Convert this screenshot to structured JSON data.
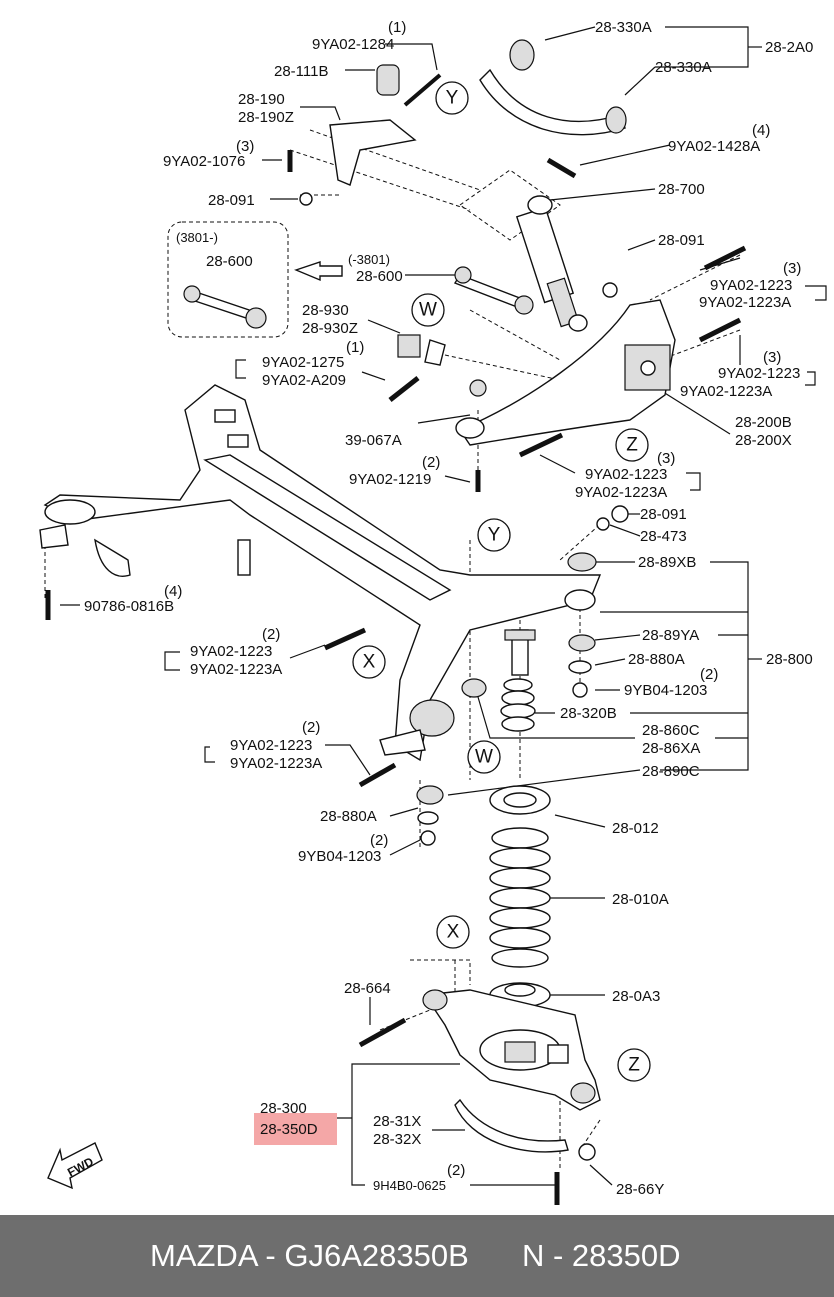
{
  "labels": {
    "l1": "(1)",
    "l2": "9YA02-1284",
    "l3": "28-111B",
    "l4": "28-330A",
    "l5": "28-2A0",
    "l6": "28-330A",
    "l7": "28-190",
    "l8": "28-190Z",
    "l9": "(4)",
    "l10": "9YA02-1428A",
    "l11": "(3)",
    "l12": "9YA02-1076",
    "l13": "28-700",
    "l14": "28-091",
    "l15": "28-091",
    "l16": "(3801-)",
    "l17": "28-600",
    "l18": "(-3801)",
    "l19": "28-600",
    "l20": "(3)",
    "l21": "9YA02-1223",
    "l22": "9YA02-1223A",
    "l23": "28-930",
    "l24": "28-930Z",
    "l25": "(1)",
    "l26": "9YA02-1275",
    "l27": "9YA02-A209",
    "l28": "(3)",
    "l29": "9YA02-1223",
    "l30": "9YA02-1223A",
    "l31": "28-200B",
    "l32": "28-200X",
    "l33": "39-067A",
    "l34": "(2)",
    "l35": "9YA02-1219",
    "l36": "(3)",
    "l37": "9YA02-1223",
    "l38": "9YA02-1223A",
    "l39": "28-091",
    "l40": "28-473",
    "l41": "(4)",
    "l42": "90786-0816B",
    "l43": "28-89XB",
    "l44": "(2)",
    "l45": "9YA02-1223",
    "l46": "9YA02-1223A",
    "l47": "28-89YA",
    "l48": "28-880A",
    "l49": "(2)",
    "l50": "9YB04-1203",
    "l51": "28-800",
    "l52": "28-320B",
    "l53": "(2)",
    "l54": "9YA02-1223",
    "l55": "9YA02-1223A",
    "l56": "28-860C",
    "l57": "28-86XA",
    "l58": "28-890C",
    "l59": "28-880A",
    "l60": "(2)",
    "l61": "9YB04-1203",
    "l62": "28-012",
    "l63": "28-010A",
    "l64": "28-664",
    "l65": "28-0A3",
    "l66": "28-300",
    "l67": "28-350D",
    "l68": "28-31X",
    "l69": "28-32X",
    "l70": "(2)",
    "l71": "9H4B0-0625",
    "l72": "28-66Y",
    "fwd": "FWD"
  },
  "callouts": {
    "y1": "Y",
    "w1": "W",
    "z1": "Z",
    "y2": "Y",
    "x1": "X",
    "w2": "W",
    "x2": "X",
    "z2": "Z"
  },
  "highlight_color": "#f4a7a7",
  "footer": {
    "part_info": "MAZDA - GJ6A28350B",
    "ref_info": "N - 28350D"
  }
}
